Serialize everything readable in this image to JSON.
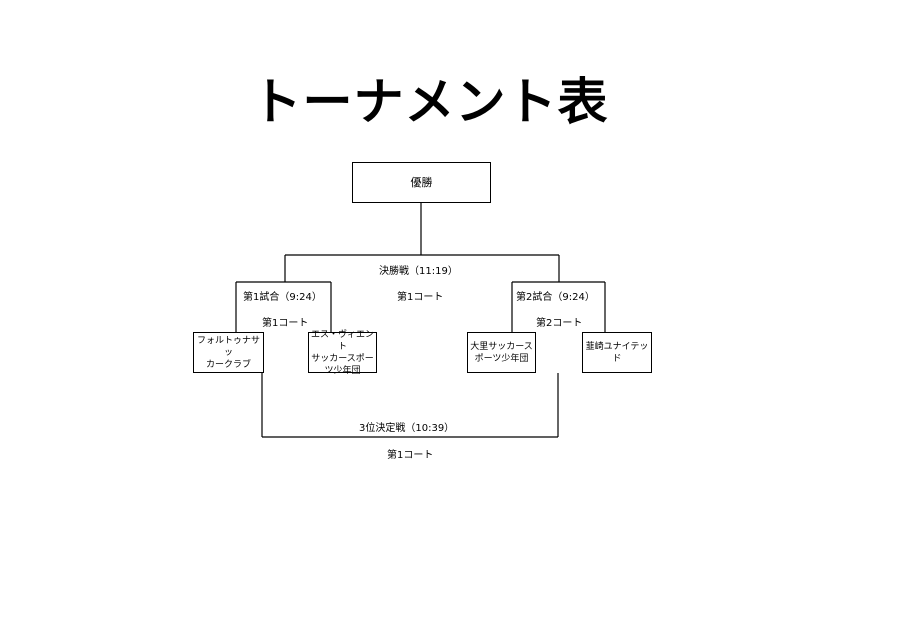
{
  "title": "トーナメント表",
  "champion": "優勝",
  "final": {
    "name": "決勝戦（11:19）",
    "court": "第1コート"
  },
  "semi1": {
    "name": "第1試合（9:24）",
    "court": "第1コート"
  },
  "semi2": {
    "name": "第2試合（9:24）",
    "court": "第2コート"
  },
  "third_place": {
    "name": "3位決定戦（10:39）",
    "court": "第1コート"
  },
  "teams": [
    {
      "line1": "フォルトゥナサッ",
      "line2": "カークラブ",
      "line3": ""
    },
    {
      "line1": "エス・ヴィエント",
      "line2": "サッカースポー",
      "line3": "ツ少年団"
    },
    {
      "line1": "大里サッカース",
      "line2": "ポーツ少年団",
      "line3": ""
    },
    {
      "line1": "韮崎ユナイテッ",
      "line2": "ド",
      "line3": ""
    }
  ]
}
